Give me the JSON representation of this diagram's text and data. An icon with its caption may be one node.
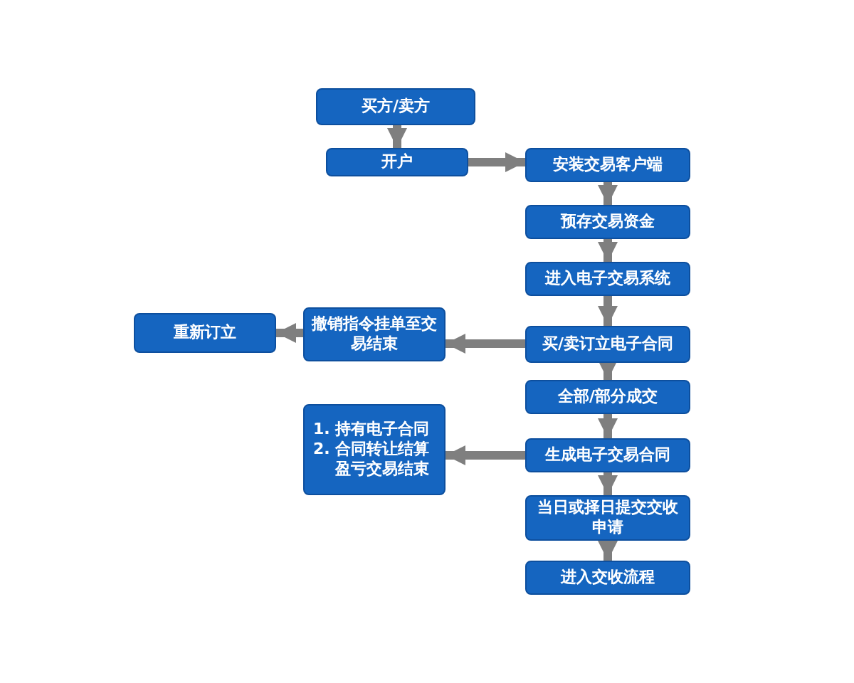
{
  "diagram": {
    "nodes": [
      {
        "text": [
          "买方/卖方"
        ]
      },
      {
        "text": [
          "开户"
        ]
      },
      {
        "text": [
          "安装交易客户端"
        ]
      },
      {
        "text": [
          "预存交易资金"
        ]
      },
      {
        "text": [
          "进入电子交易系统"
        ]
      },
      {
        "text": [
          "买/卖订立电子合同"
        ]
      },
      {
        "text": [
          "撤销指令挂单至交易结束"
        ]
      },
      {
        "text": [
          "重新订立"
        ]
      },
      {
        "text": [
          "全部/部分成交"
        ]
      },
      {
        "text": [
          "生成电子交易合同"
        ]
      },
      {
        "text": [
          "1. 持有电子合同",
          "2. 合同转让结算盈亏交易结束"
        ]
      },
      {
        "text": [
          "当日或择日提交交收申请"
        ]
      },
      {
        "text": [
          "进入交收流程"
        ]
      }
    ],
    "edges": [
      {
        "from": 0,
        "to": 1,
        "arrow": "to"
      },
      {
        "from": 1,
        "to": 2,
        "arrow": "to"
      },
      {
        "from": 2,
        "to": 3,
        "arrow": "to"
      },
      {
        "from": 3,
        "to": 4,
        "arrow": "to"
      },
      {
        "from": 4,
        "to": 5,
        "arrow": "to"
      },
      {
        "from": 5,
        "to": 6,
        "arrow": "to"
      },
      {
        "from": 6,
        "to": 7,
        "arrow": "to"
      },
      {
        "from": 5,
        "to": 8,
        "arrow": "to"
      },
      {
        "from": 8,
        "to": 9,
        "arrow": "to"
      },
      {
        "from": 9,
        "to": 10,
        "arrow": "to"
      },
      {
        "from": 9,
        "to": 11,
        "arrow": "to"
      },
      {
        "from": 11,
        "to": 12,
        "arrow": "to"
      }
    ]
  }
}
